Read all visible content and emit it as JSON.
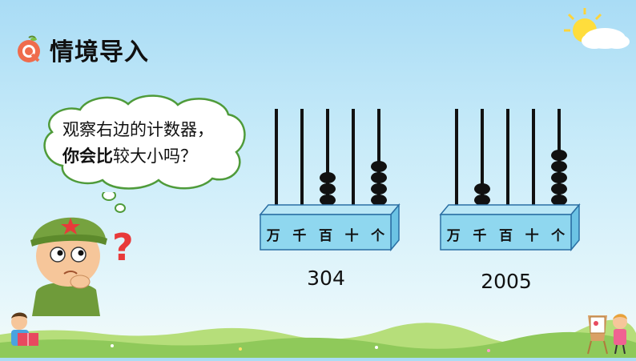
{
  "header": {
    "title": "情境导入",
    "icon": "q-apple-icon"
  },
  "bubble": {
    "line1": "观察右边的计数器，",
    "line2_bold": "你会比",
    "line2_rest": "较大小吗？"
  },
  "abacus": [
    {
      "labels": [
        "万",
        "千",
        "百",
        "十",
        "个"
      ],
      "beads": [
        0,
        0,
        3,
        0,
        4
      ],
      "value": "304"
    },
    {
      "labels": [
        "万",
        "千",
        "百",
        "十",
        "个"
      ],
      "beads": [
        0,
        2,
        0,
        0,
        5
      ],
      "value": "2005"
    }
  ],
  "colors": {
    "abacus_base": "#8fd7ef",
    "abacus_edge": "#2a6fa3",
    "bead": "#111111",
    "background_top": "#a9dcf5",
    "title_text": "#111111"
  },
  "icons": [
    "sun-cloud-icon",
    "soldier-thinking-icon",
    "question-mark-icon",
    "reading-child-icon",
    "painting-child-icon"
  ]
}
